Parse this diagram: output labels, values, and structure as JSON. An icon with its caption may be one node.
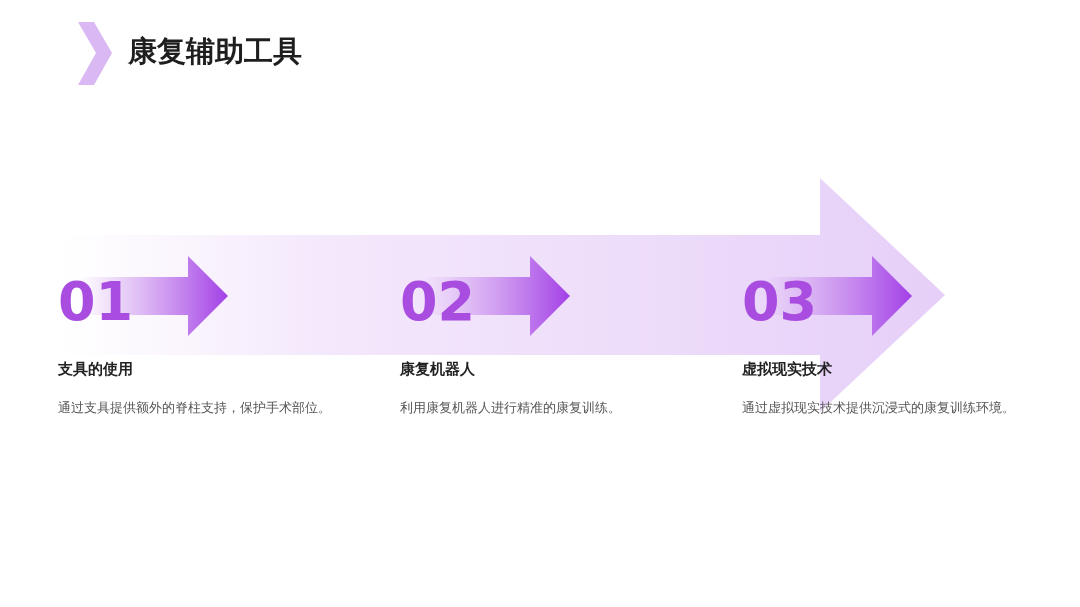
{
  "diagram": {
    "title": "康复辅助工具",
    "nodes": [
      {
        "text": [
          "01",
          "支具的使用",
          "通过支具提供额外的脊柱支持，保护手术部位。"
        ]
      },
      {
        "text": [
          "02",
          "康复机器人",
          "利用康复机器人进行精准的康复训练。"
        ]
      },
      {
        "text": [
          "03",
          "虚拟现实技术",
          "通过虚拟现实技术提供沉浸式的康复训练环境。"
        ]
      }
    ]
  }
}
